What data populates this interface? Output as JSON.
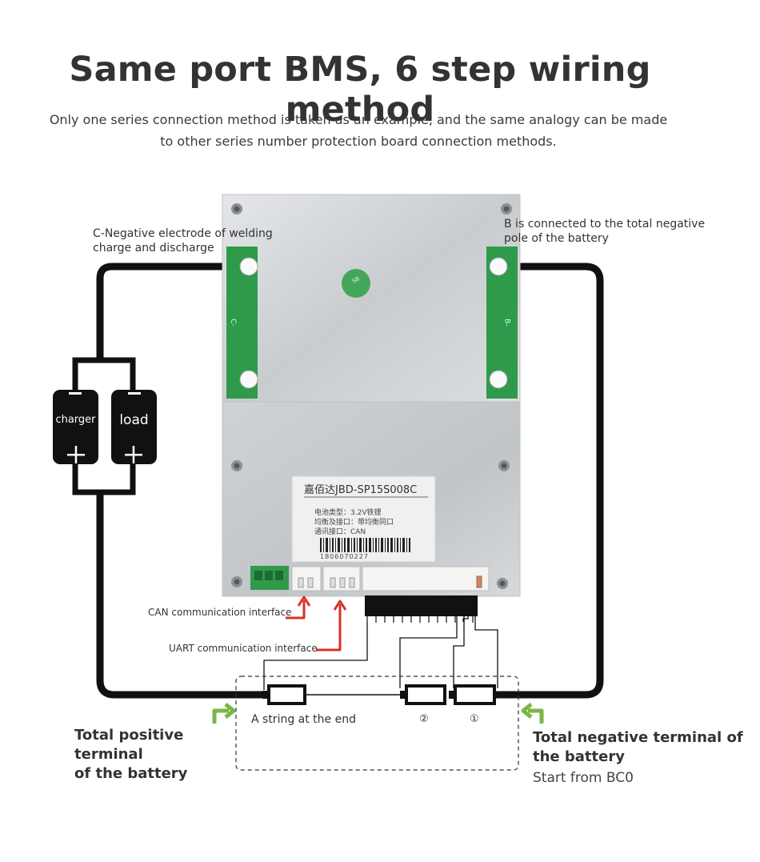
{
  "title": "Same port BMS, 6 step wiring method",
  "subtitle_line1": "Only one series connection method is taken as an example, and the same analogy can be made",
  "subtitle_line2": "to other series number protection board connection methods.",
  "labels": {
    "c_negative_line1": "C-Negative electrode of welding",
    "c_negative_line2": "charge and discharge",
    "b_connected_line1": "B is connected to the total negative",
    "b_connected_line2": "pole of the battery",
    "charger": "charger",
    "load": "load",
    "can_interface": "CAN communication interface",
    "uart_interface": "UART communication interface",
    "string_end": "A string at the end",
    "cell_2": "②",
    "cell_1": "①",
    "total_positive_line1": "Total positive terminal",
    "total_positive_line2": "of the battery",
    "total_negative_line1": "Total negative terminal of",
    "total_negative_line2": "the battery",
    "start_from": "Start from BC0"
  },
  "board": {
    "label_model": "嘉佰达JBD-SP15S008C",
    "label_line1": "电池类型：3.2V铁锂",
    "label_line2": "均衡及接口：带均衡同口",
    "label_line3": "通讯接口：CAN",
    "barcode_number": "1806070227",
    "sticker_text": "SB",
    "pad_c": "C-",
    "pad_b": "B-"
  },
  "colors": {
    "wire": "#111111",
    "arrow_red": "#d8322a",
    "arrow_green": "#7ab648",
    "pcb_green": "#2f9a4a",
    "aluminum": "#d4d6d8"
  }
}
